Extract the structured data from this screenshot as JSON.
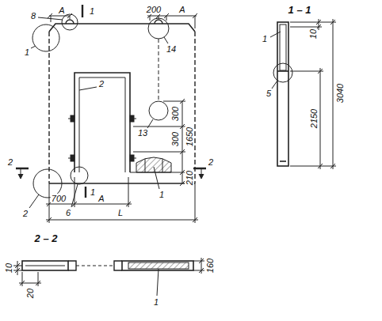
{
  "diagram": {
    "labels": [
      "8",
      "A",
      "1",
      "200",
      "A",
      "1",
      "14",
      "2",
      "13",
      "300",
      "300",
      "1650",
      "2",
      "2",
      "2",
      "6",
      "1",
      "A",
      "1",
      "210",
      "700",
      "L",
      "1 – 1",
      "1",
      "5",
      "10",
      "3040",
      "2150",
      "2 – 2",
      "160",
      "10",
      "20",
      "1"
    ]
  }
}
